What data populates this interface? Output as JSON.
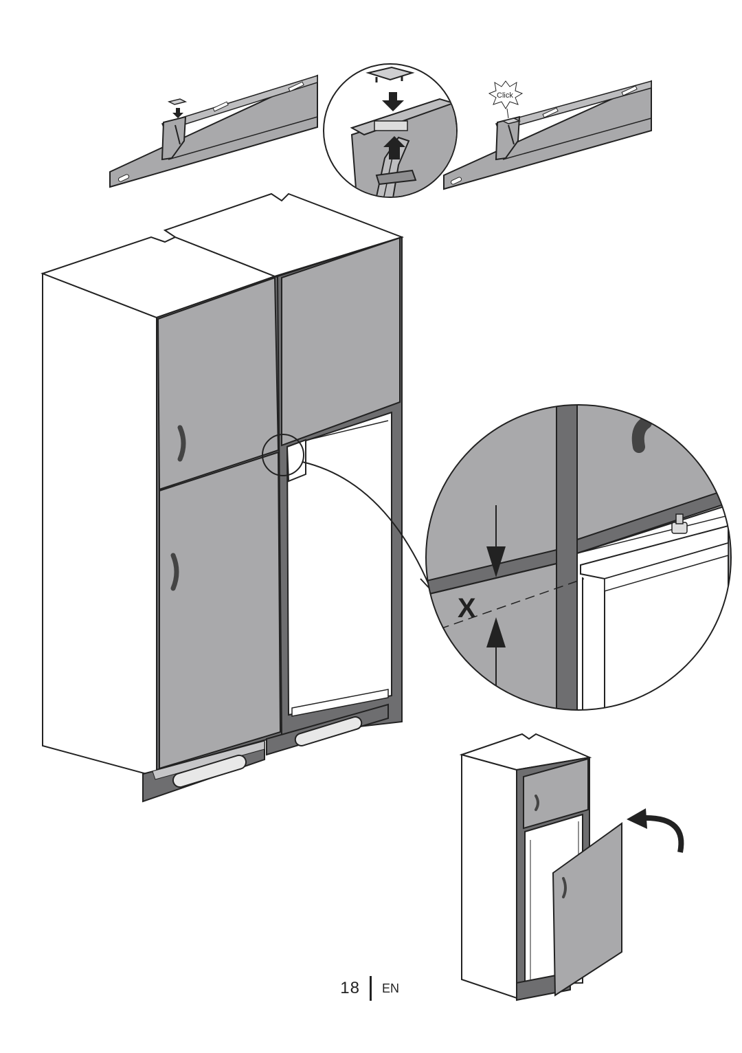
{
  "illustration": {
    "click_label": "Click",
    "gap_label": "X"
  },
  "footer": {
    "page_number": "18",
    "language": "EN"
  },
  "colors": {
    "panel_gray": "#a9a9ab",
    "outline": "#222222",
    "cabinet_white": "#ffffff",
    "plinth_dark": "#6e6e70"
  }
}
